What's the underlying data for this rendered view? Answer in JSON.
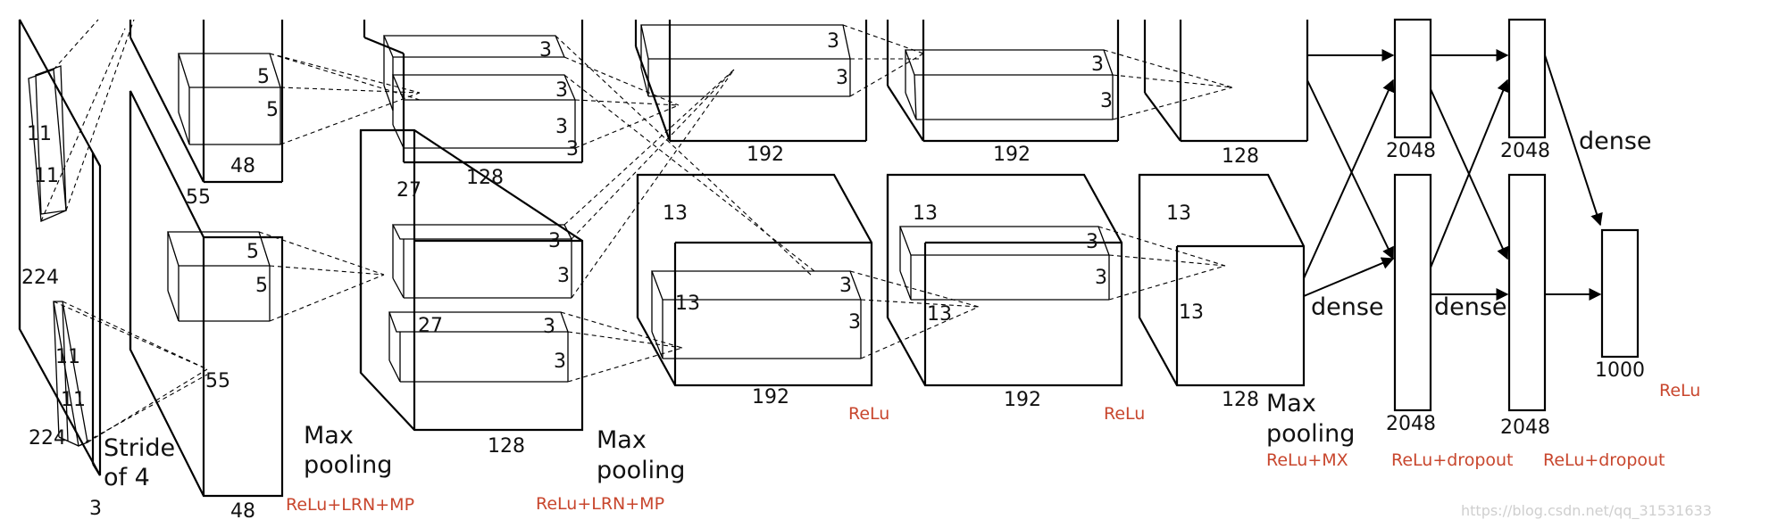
{
  "colors": {
    "lines": "#000000",
    "activation_text": "#c8462d",
    "watermark": "#cfcfcf"
  },
  "input": {
    "dim_a": "224",
    "dim_b": "224",
    "depth": "3",
    "kernel_a": "11",
    "kernel_b": "11",
    "kernel_c": "11",
    "kernel_d": "11",
    "stride_line1": "Stride",
    "stride_line2": "of 4"
  },
  "conv1": {
    "size": "55",
    "size_inner": "55",
    "depth_top": "48",
    "depth_bottom": "48",
    "kernel_a": "5",
    "kernel_b": "5",
    "kernel_c": "5",
    "kernel_d": "5",
    "pool_line1": "Max",
    "pool_line2": "pooling",
    "activation": "ReLu+LRN+MP"
  },
  "conv2": {
    "size": "27",
    "size_inner": "27",
    "depth_top": "128",
    "depth_bottom": "128",
    "kernel_a": "3",
    "kernel_b": "3",
    "kernel_c": "3",
    "kernel_d": "3",
    "kernel_e": "3",
    "kernel_f": "3",
    "kernel_g": "3",
    "kernel_h": "3",
    "pool_line1": "Max",
    "pool_line2": "pooling",
    "activation": "ReLu+LRN+MP"
  },
  "conv3": {
    "size": "13",
    "size_inner": "13",
    "depth_top": "192",
    "depth_bottom": "192",
    "kernel_a": "3",
    "kernel_b": "3",
    "kernel_c": "3",
    "kernel_d": "3",
    "activation": "ReLu"
  },
  "conv4": {
    "size": "13",
    "size_inner": "13",
    "depth_top": "192",
    "depth_bottom": "192",
    "kernel_a": "3",
    "kernel_b": "3",
    "kernel_c": "3",
    "kernel_d": "3",
    "activation": "ReLu"
  },
  "conv5": {
    "size": "13",
    "size_inner": "13",
    "depth_top": "128",
    "depth_bottom": "128",
    "pool_line1": "Max",
    "pool_line2": "pooling",
    "activation": "ReLu+MX"
  },
  "fc6": {
    "top": "2048",
    "bottom": "2048",
    "label": "dense",
    "activation": "ReLu+dropout"
  },
  "fc7": {
    "top": "2048",
    "bottom": "2048",
    "label": "dense",
    "label_top": "dense",
    "activation": "ReLu+dropout"
  },
  "fc8": {
    "size": "1000",
    "activation": "ReLu"
  },
  "watermark": "https://blog.csdn.net/qq_31531633"
}
